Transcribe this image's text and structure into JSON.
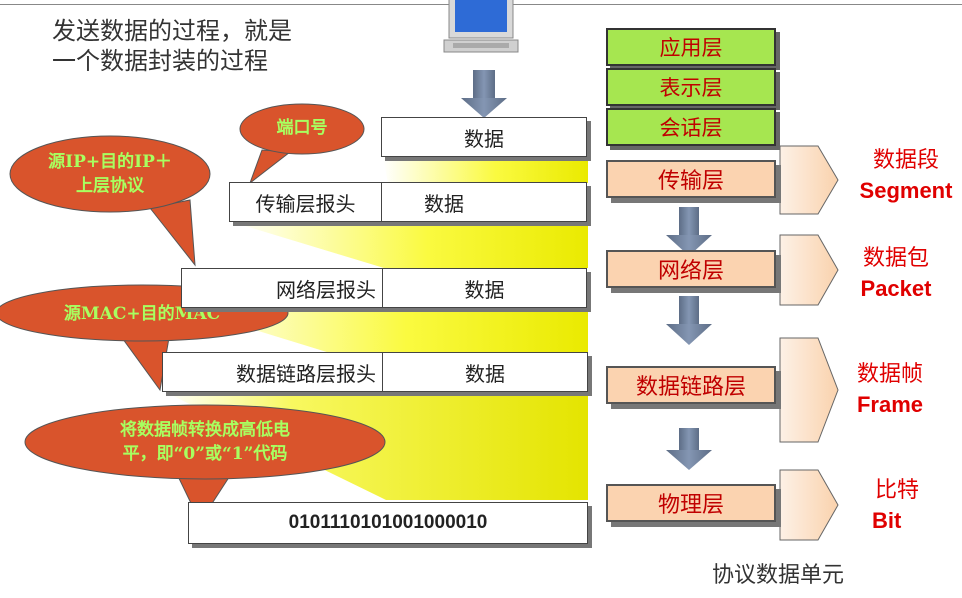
{
  "title": {
    "line1": "发送数据的过程，就是",
    "line2": "一个数据封装的过程"
  },
  "callouts": {
    "port": "端口号",
    "ip_line1": "源IP+目的IP＋",
    "ip_line2": "上层协议",
    "mac": "源MAC+目的MAC",
    "bits_line1": "将数据帧转换成高低电",
    "bits_line2": "平，即“0”或“1”代码"
  },
  "pdus": {
    "data": "数据",
    "transport_header": "传输层报头",
    "network_header": "网络层报头",
    "datalink_header": "数据链路层报头",
    "bits": "0101110101001000010"
  },
  "layers": {
    "application": "应用层",
    "presentation": "表示层",
    "session": "会话层",
    "transport": "传输层",
    "network": "网络层",
    "datalink": "数据链路层",
    "physical": "物理层"
  },
  "units": {
    "segment_cn": "数据段",
    "segment_en": "Segment",
    "packet_cn": "数据包",
    "packet_en": "Packet",
    "frame_cn": "数据帧",
    "frame_en": "Frame",
    "bit_cn": "比特",
    "bit_en": "Bit"
  },
  "footer": "协议数据单元",
  "colors": {
    "callout": "#d9542c",
    "callout_text": "#a8ff60",
    "upper_layer": "#a6e650",
    "main_layer": "#fbd3b0",
    "unit_text": "#e00000",
    "shadow_yellow": "#f6f600"
  }
}
